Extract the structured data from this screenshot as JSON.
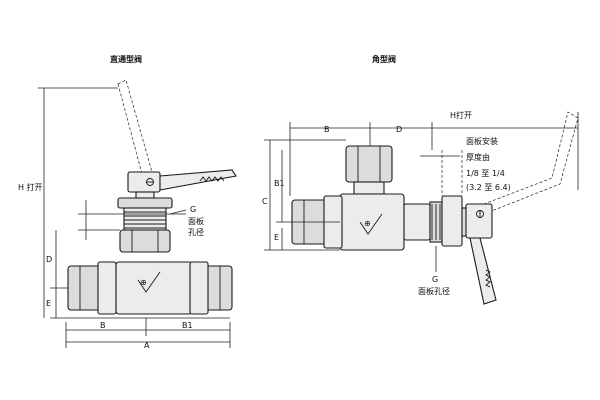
{
  "titles": {
    "straight": "直通型阀",
    "angle": "角型阀"
  },
  "labels": {
    "h_open": "H 打开",
    "g_left": "G",
    "panel_hole_left_1": "面板",
    "panel_hole_left_2": "孔径",
    "d_left": "D",
    "e_left": "E",
    "b_left": "B",
    "b1_left": "B1",
    "a_left": "A",
    "h_open_right": "H打开",
    "b_right": "B",
    "d_right": "D",
    "c_right": "C",
    "b1_right": "B1",
    "e_right": "E",
    "panel_mount": "面板安装",
    "thickness_from": "厚度由",
    "range_in": "1/8  至  1/4",
    "range_mm": "(3.2 至 6.4)",
    "g_right": "G",
    "panel_hole_right": "面板孔径"
  }
}
